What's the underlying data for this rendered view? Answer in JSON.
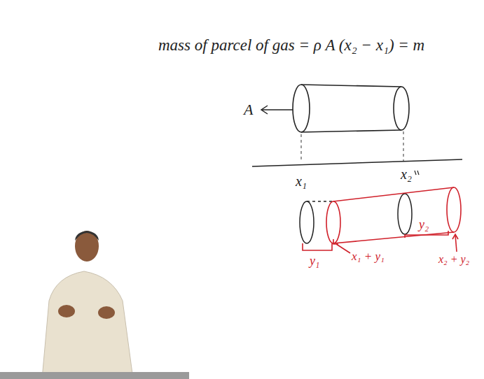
{
  "diagram": {
    "labels": [
      "mass of parcel of gas = ρ A (x₂ − x₁) = m",
      "A",
      "x₁",
      "x₂",
      "y₁",
      "x₁ + y₁",
      "y₂",
      "x₂ + y₂"
    ]
  }
}
